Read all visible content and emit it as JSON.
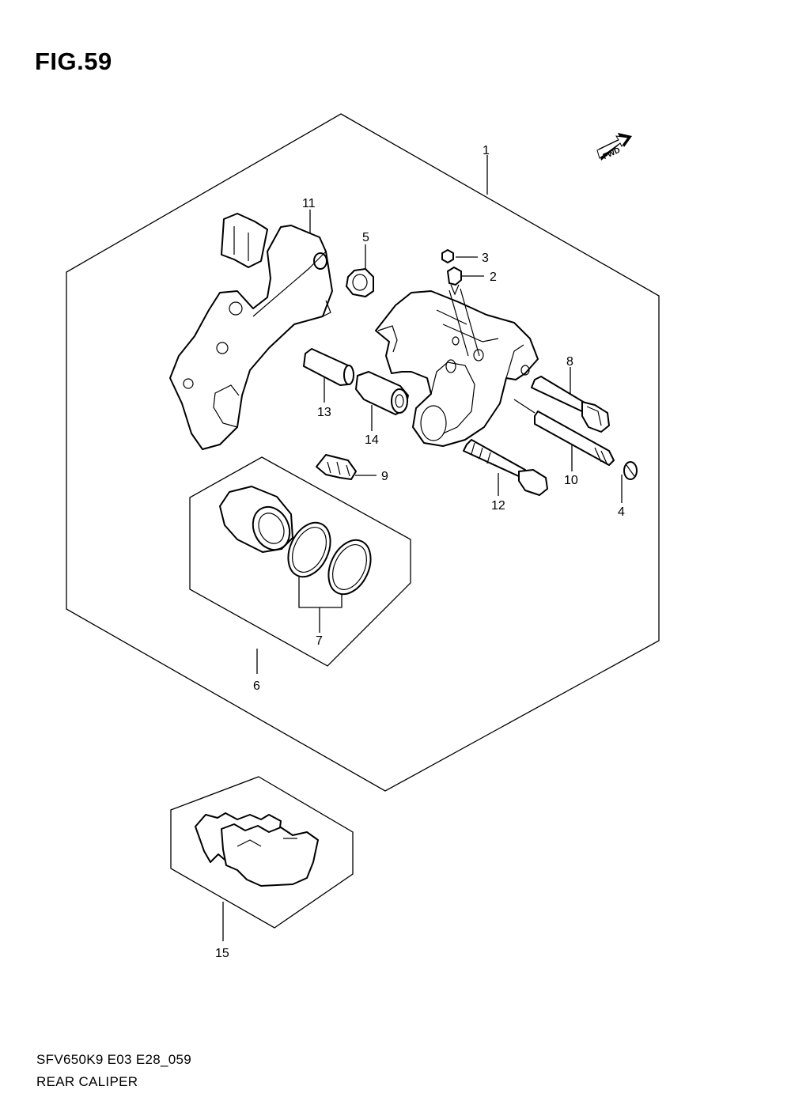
{
  "figure": {
    "title": "FIG.59",
    "model_code": "SFV650K9 E03 E28_059",
    "caption": "REAR CALIPER"
  },
  "fwd_arrow": {
    "label": "FWD"
  },
  "callouts": [
    {
      "number": "1",
      "part": "caliper-assembly"
    },
    {
      "number": "2",
      "part": "bleeder-valve"
    },
    {
      "number": "3",
      "part": "bleeder-cap"
    },
    {
      "number": "4",
      "part": "pin-plug"
    },
    {
      "number": "5",
      "part": "boot"
    },
    {
      "number": "6",
      "part": "piston-seal-set"
    },
    {
      "number": "7",
      "part": "seal-rings"
    },
    {
      "number": "8",
      "part": "bolt"
    },
    {
      "number": "9",
      "part": "pad-spring"
    },
    {
      "number": "10",
      "part": "pad-mounting-pin"
    },
    {
      "number": "11",
      "part": "caliper-bracket"
    },
    {
      "number": "12",
      "part": "bolt"
    },
    {
      "number": "13",
      "part": "slide-pin"
    },
    {
      "number": "14",
      "part": "boot"
    },
    {
      "number": "15",
      "part": "brake-pad-set"
    }
  ]
}
